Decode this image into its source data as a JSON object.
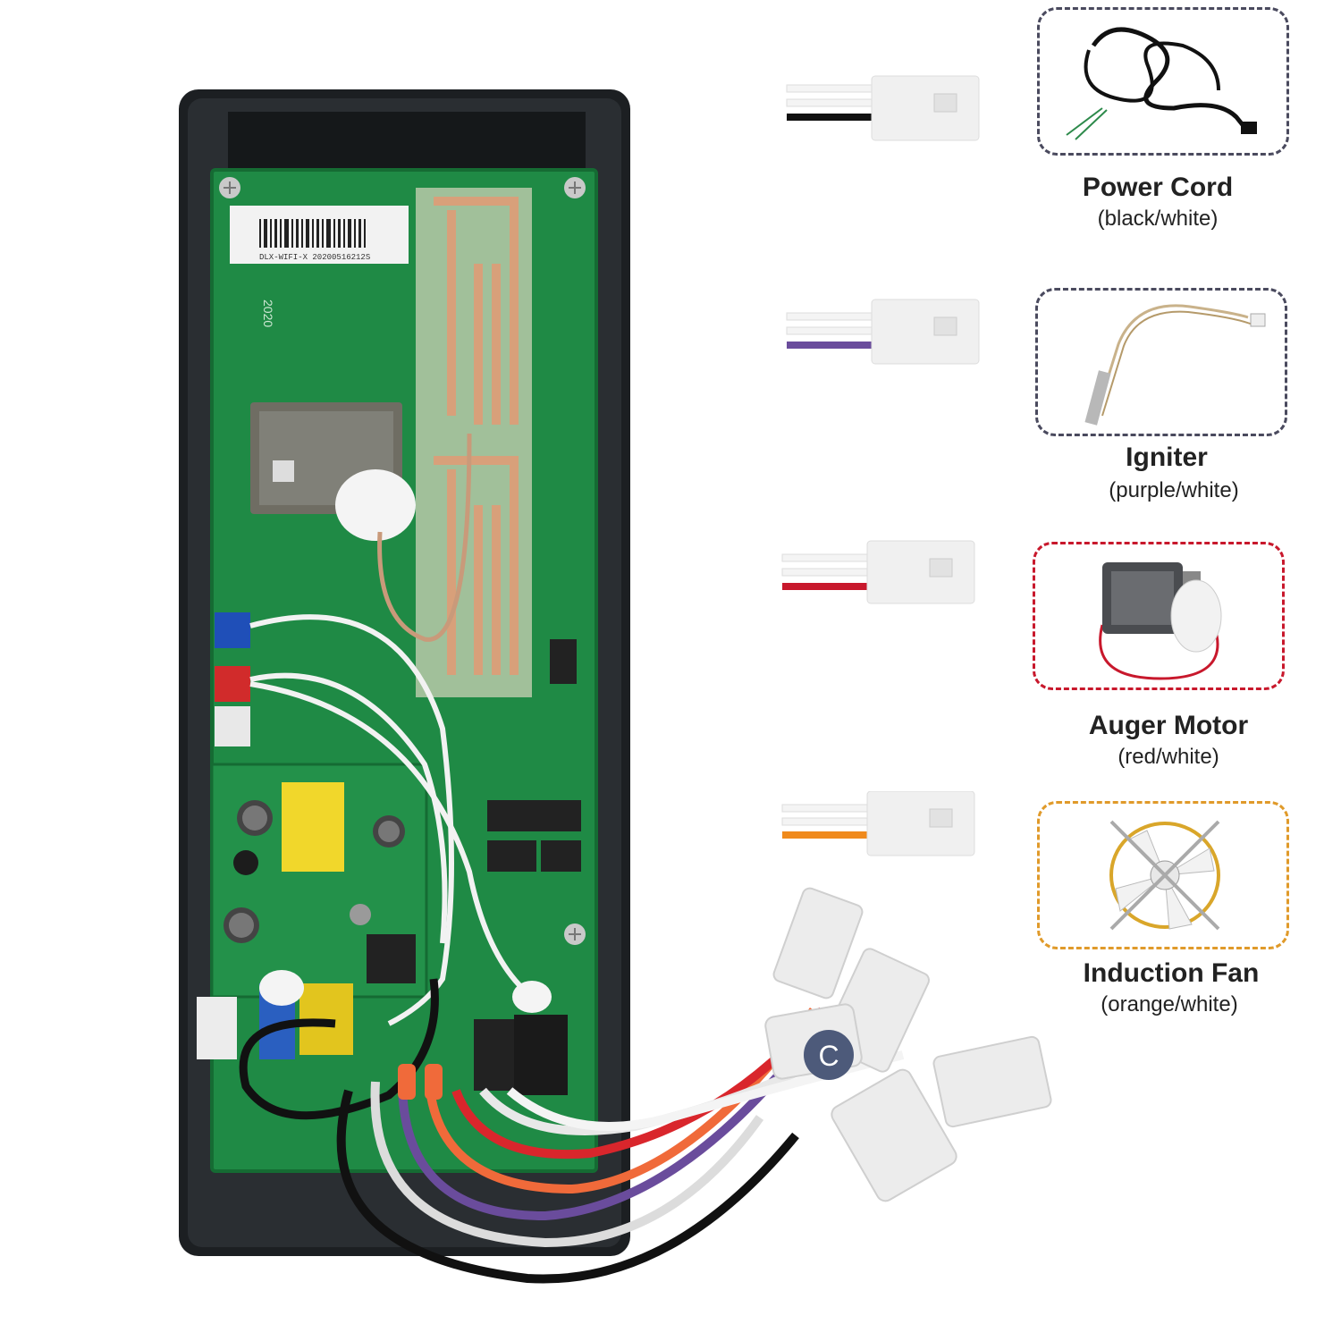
{
  "board": {
    "label_text": "DLX-WIFI-X 20200516212S",
    "year_mark": "2020"
  },
  "components": [
    {
      "id": "power-cord",
      "title": "Power Cord",
      "subtitle": "(black/white)",
      "wire_colors": [
        "#ffffff",
        "#111111"
      ],
      "border_color": "#4a4a5e",
      "icon": "power-cord-icon"
    },
    {
      "id": "igniter",
      "title": "Igniter",
      "subtitle": "(purple/white)",
      "wire_colors": [
        "#ffffff",
        "#6a4c9c"
      ],
      "border_color": "#4a4a5e",
      "icon": "igniter-icon"
    },
    {
      "id": "auger-motor",
      "title": "Auger Motor",
      "subtitle": "(red/white)",
      "wire_colors": [
        "#ffffff",
        "#c8182c"
      ],
      "border_color": "#c8182c",
      "icon": "auger-motor-icon"
    },
    {
      "id": "induction-fan",
      "title": "Induction Fan",
      "subtitle": "(orange/white)",
      "wire_colors": [
        "#ffffff",
        "#f08a1c"
      ],
      "border_color": "#e09a2a",
      "icon": "induction-fan-icon"
    }
  ]
}
